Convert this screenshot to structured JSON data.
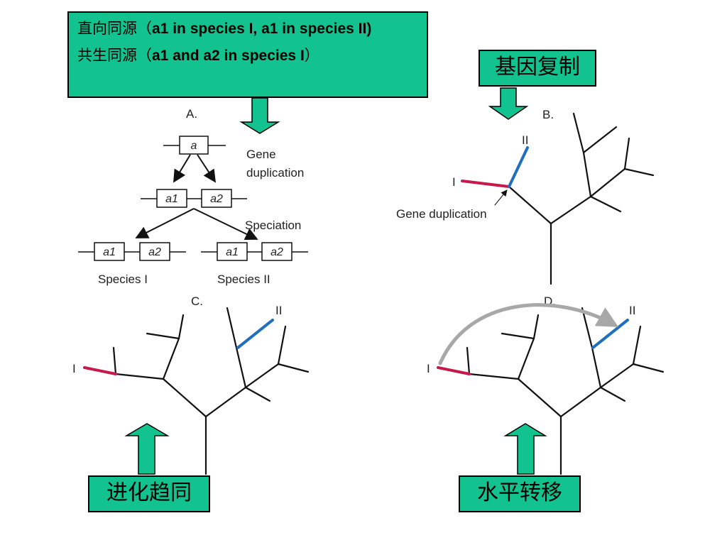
{
  "top_box": {
    "line1_cn": "直向同源（",
    "line1_en": "a1 in species I, a1 in species II)",
    "line2_cn": "共生同源（",
    "line2_en": "a1 and a2  in species I",
    "line2_close": "）"
  },
  "labels": {
    "gene_dup_cn": "基因复制",
    "convergent_cn": "进化趋同",
    "horizontal_cn": "水平转移"
  },
  "panel_a": {
    "letter": "A.",
    "gene_a": "a",
    "gene_dup": "Gene",
    "gene_dup2": "duplication",
    "a1": "a1",
    "a2": "a2",
    "speciation": "Speciation",
    "species1": "Species I",
    "species2": "Species II"
  },
  "panel_b": {
    "letter": "B.",
    "tip_I": "I",
    "tip_II": "II",
    "annotation": "Gene duplication"
  },
  "panel_c": {
    "letter": "C.",
    "tip_I": "I",
    "tip_II": "II"
  },
  "panel_d": {
    "letter": "D.",
    "tip_I": "I",
    "tip_II": "II"
  },
  "colors": {
    "callout": "#12c28f",
    "red_branch": "#c8194c",
    "blue_branch": "#1f6fbf",
    "arrow_gray": "#a8a8a8"
  }
}
